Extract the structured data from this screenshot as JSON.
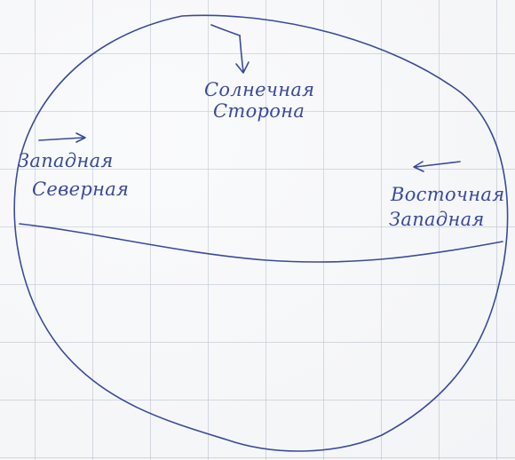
{
  "diagram": {
    "ink_color": "#3a4a9a",
    "paper_color": "#f7f8fa",
    "grid_color": "#b4bcc8",
    "labels": {
      "top": [
        "Солнечная",
        "Сторона"
      ],
      "left": [
        "Западная",
        "Северная"
      ],
      "right": [
        "Восточная",
        "Западная"
      ]
    }
  }
}
